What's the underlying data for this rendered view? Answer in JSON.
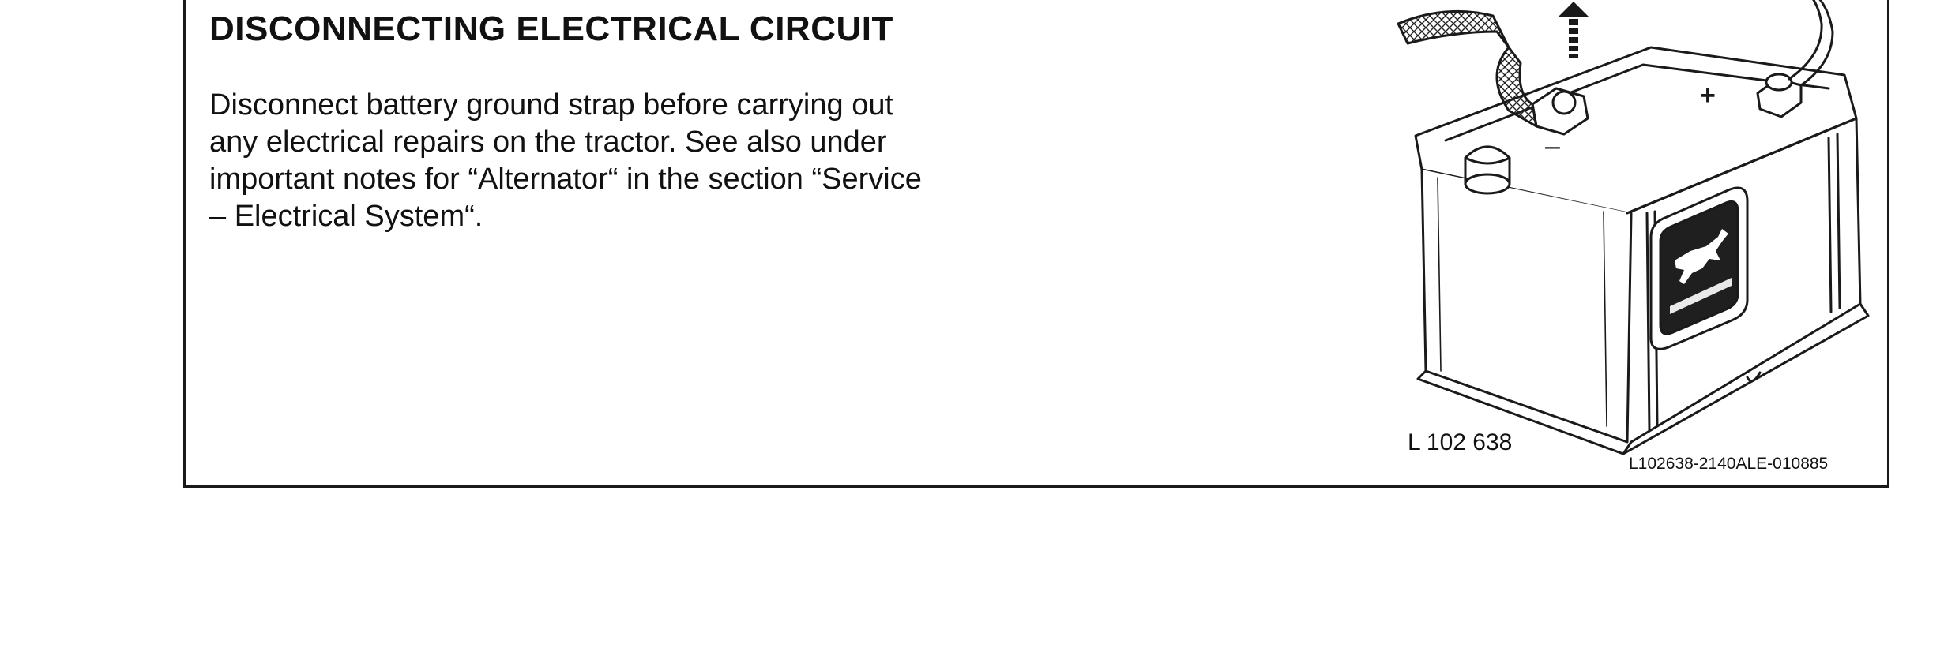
{
  "section": {
    "title": "DISCONNECTING ELECTRICAL CIRCUIT",
    "lines": [
      "Disconnect battery ground strap before carrying out",
      "any electrical repairs on the tractor. See also under",
      "important notes for “Alternator“ in the section “Service",
      "– Electrical System“."
    ]
  },
  "figure": {
    "label": "L 102 638",
    "doc_id": "L102638-2140ALE-010885",
    "terminal_minus": "–",
    "terminal_plus": "+",
    "logo_icon": "john-deere-deer-logo",
    "arrow_icon": "arrow-up-icon"
  }
}
